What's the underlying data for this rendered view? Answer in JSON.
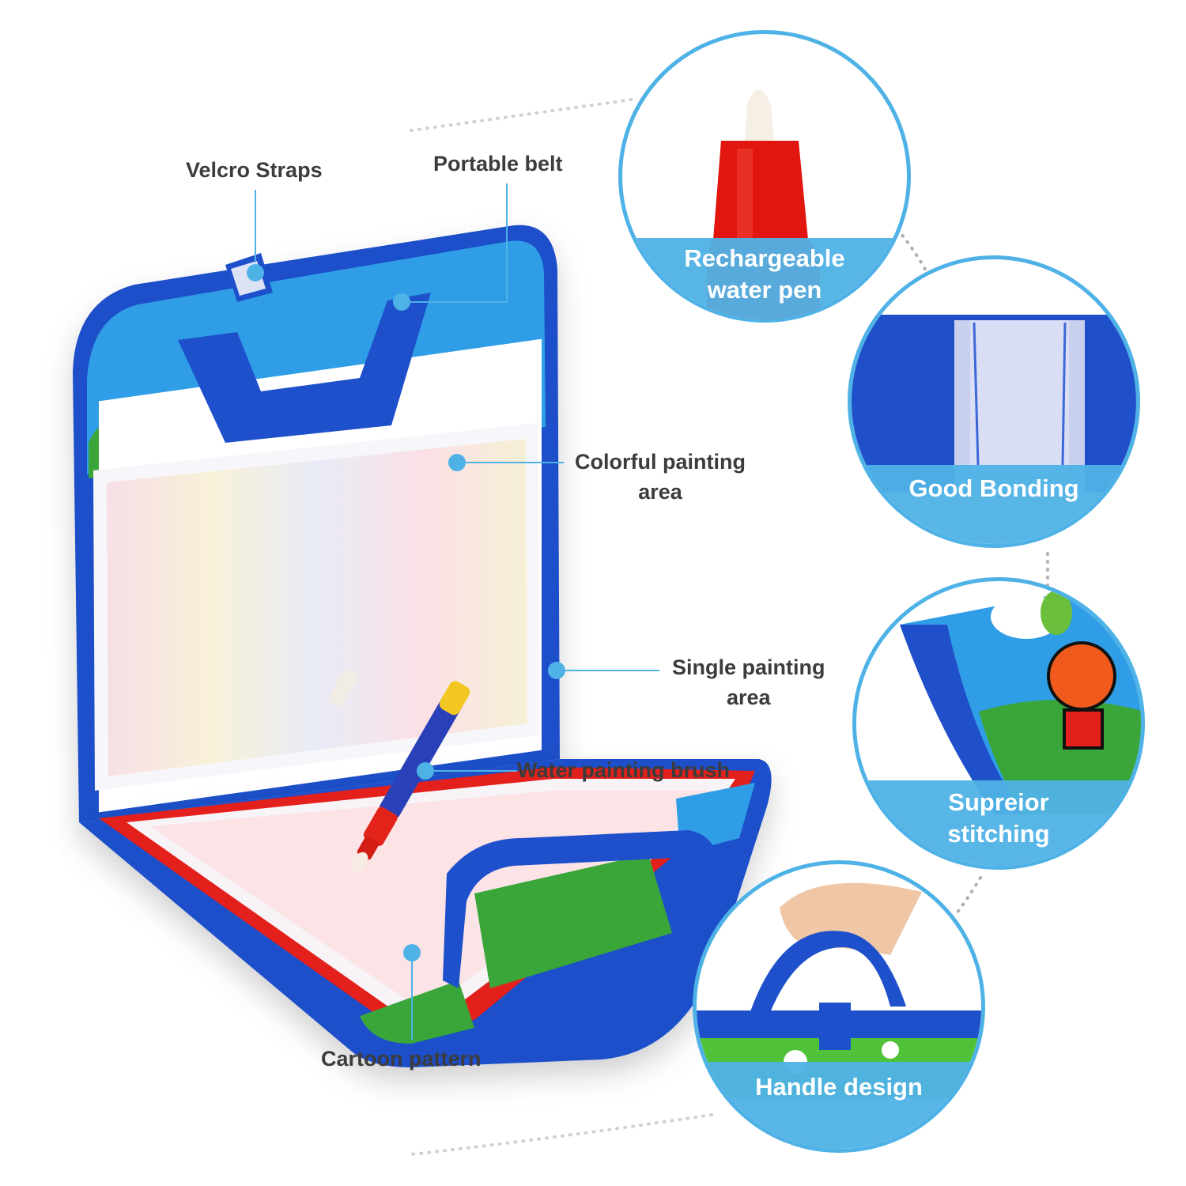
{
  "theme": {
    "accent": "#4fb2e6",
    "label_text": "#3c3c3c",
    "band_text": "#ffffff",
    "board_blue": "#1f4fc9",
    "strip_blue": "#2f9ee6",
    "surface_pink": "#fbe3e6",
    "trim_red": "#e3201b",
    "grass_green": "#3aa63a"
  },
  "callouts": {
    "velcro_straps": "Velcro Straps",
    "portable_belt": "Portable belt",
    "colorful_area": {
      "line1": "Colorful painting",
      "line2": "area"
    },
    "single_area": {
      "line1": "Single painting",
      "line2": "area"
    },
    "water_brush": "Water painting brush",
    "cartoon_pattern": "Cartoon pattern"
  },
  "feature_circles": [
    {
      "id": "pen",
      "line1": "Rechargeable",
      "line2": "water pen"
    },
    {
      "id": "bonding",
      "line1": "Good Bonding"
    },
    {
      "id": "stitching",
      "line1": "Supreior",
      "line2": "stitching"
    },
    {
      "id": "handle",
      "line1": "Handle design"
    }
  ]
}
